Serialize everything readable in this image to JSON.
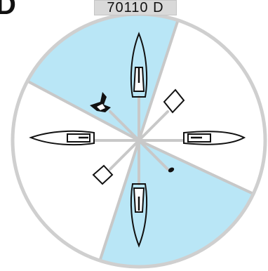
{
  "figure": {
    "corner_mark": "D",
    "code_label": "70110 D"
  },
  "colors": {
    "sector_fill": "#b9e6f6",
    "ring": "#cfcfcf",
    "spoke": "#c8c8c8",
    "outline": "#111111",
    "label_bg": "#d9d9d9"
  },
  "sectors": [
    {
      "name": "upper-sector",
      "from_deg": 72,
      "to_deg": 152
    },
    {
      "name": "lower-sector",
      "from_deg": 252,
      "to_deg": 335
    }
  ],
  "objects": [
    {
      "name": "boat-top",
      "icon": "boat-top-view",
      "direction": "up"
    },
    {
      "name": "boat-bottom",
      "icon": "boat-top-view",
      "direction": "down"
    },
    {
      "name": "boat-left",
      "icon": "boat-top-view",
      "direction": "left"
    },
    {
      "name": "boat-right",
      "icon": "boat-top-view",
      "direction": "right"
    },
    {
      "name": "buoy-upper-right",
      "icon": "diamond-marker"
    },
    {
      "name": "buoy-lower-left",
      "icon": "diamond-marker"
    },
    {
      "name": "anchor-upper-left",
      "icon": "anchor-marker"
    },
    {
      "name": "dot-lower-right",
      "icon": "dot-marker"
    }
  ]
}
